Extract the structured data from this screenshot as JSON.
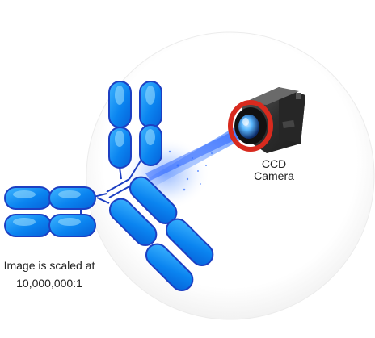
{
  "camera": {
    "label_line1": "CCD",
    "label_line2": "Camera"
  },
  "scale_note": {
    "line1": "Image is scaled at",
    "line2": "10,000,000:1"
  },
  "colors": {
    "antibody_fill": "#0a84f0",
    "antibody_stroke": "#1d3fc2",
    "antibody_highlight": "#5ec8ff",
    "background_circle": "#ffffff",
    "camera_ring": "#d82a1e",
    "camera_body": "#3a3a3a",
    "lens_glass": "#5bb8ff",
    "light_beam": "#3a7dff"
  },
  "icons": {
    "antibody": "antibody-icon",
    "camera": "ccd-camera-icon",
    "light_beam": "light-beam-icon"
  }
}
